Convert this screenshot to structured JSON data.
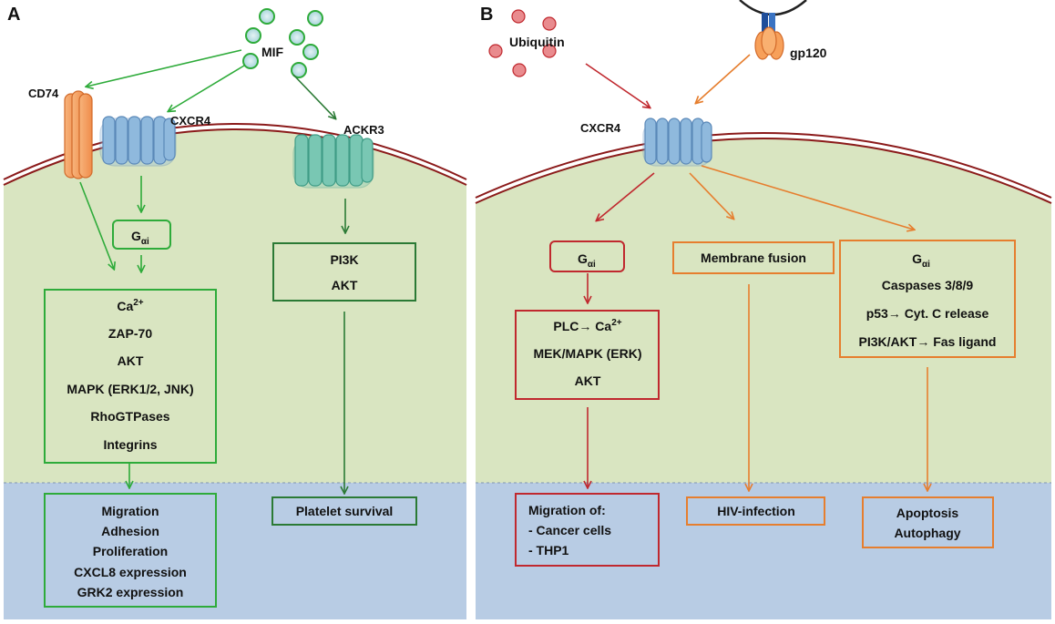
{
  "colors": {
    "cytoplasm": "#d9e5c1",
    "nucleus": "#b8cce4",
    "membrane": "#8b1a1a",
    "green": "#2eab3a",
    "dark_green": "#2b7a35",
    "red": "#c0282e",
    "orange": "#e67e2e",
    "mif_fill": "#c9e6ea",
    "ubiquitin_fill": "#e98b8e"
  },
  "panel_a": {
    "letter": "A",
    "mif_label": "MIF",
    "cd74_label": "CD74",
    "cxcr4_label": "CXCR4",
    "ackr3_label": "ACKR3",
    "gai_box": {
      "main": "G",
      "sub": "αi"
    },
    "signal_box": {
      "ca_main": "Ca",
      "ca_sup": "2+",
      "lines": [
        "ZAP-70",
        "AKT",
        "MAPK (ERK1/2, JNK)",
        "RhoGTPases",
        "Integrins"
      ]
    },
    "pi3k_box": {
      "lines": [
        "PI3K",
        "AKT"
      ]
    },
    "outcome_box": {
      "lines": [
        "Migration",
        "Adhesion",
        "Proliferation",
        "CXCL8 expression",
        "GRK2 expression"
      ]
    },
    "platelet_box": {
      "lines": [
        "Platelet survival"
      ]
    }
  },
  "panel_b": {
    "letter": "B",
    "ubiquitin_label": "Ubiquitin",
    "gp120_label": "gp120",
    "cxcr4_label": "CXCR4",
    "gai_box": {
      "main": "G",
      "sub": "αi"
    },
    "plc_box": {
      "line1_main": "PLC→ Ca",
      "line1_sup": "2+",
      "lines": [
        "MEK/MAPK (ERK)",
        "AKT"
      ]
    },
    "fusion_box": {
      "lines": [
        "Membrane fusion"
      ]
    },
    "apoptosis_signal_box": {
      "gai_main": "G",
      "gai_sub": "αi",
      "lines": [
        "Caspases 3/8/9",
        "p53→ Cyt. C release",
        "PI3K/AKT→ Fas ligand"
      ]
    },
    "migration_box": {
      "lines": [
        "Migration of:",
        "- Cancer cells",
        "- THP1"
      ]
    },
    "hiv_box": {
      "lines": [
        "HIV-infection"
      ]
    },
    "apoptosis_box": {
      "lines": [
        "Apoptosis",
        "Autophagy"
      ]
    }
  }
}
